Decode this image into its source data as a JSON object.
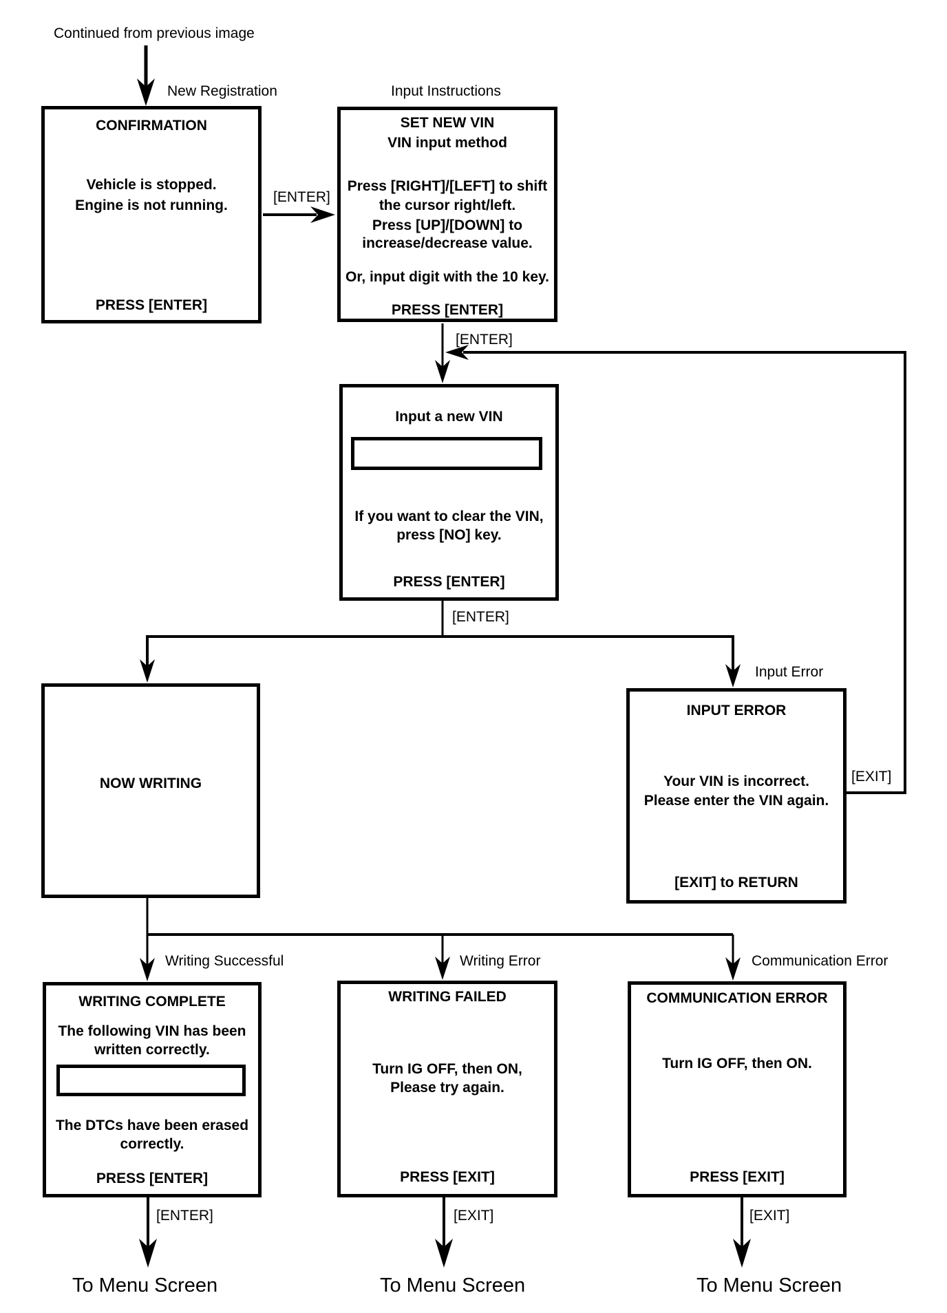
{
  "header": {
    "continued_from": "Continued from previous image"
  },
  "flow": {
    "confirmation": {
      "tag": "New Registration",
      "title": "CONFIRMATION",
      "line1": "Vehicle is stopped.",
      "line2": "Engine is not running.",
      "footer": "PRESS [ENTER]"
    },
    "set_new_vin": {
      "tag": "Input Instructions",
      "title": "SET NEW VIN",
      "subtitle": "VIN input method",
      "line1": "Press [RIGHT]/[LEFT] to shift",
      "line2": "the cursor right/left.",
      "line3": "Press [UP]/[DOWN] to",
      "line4": "increase/decrease value.",
      "line5": "Or, input digit with the 10 key.",
      "footer": "PRESS [ENTER]"
    },
    "input_vin": {
      "title": "Input a new VIN",
      "vin_field_value": "",
      "line1": "If you want to clear the VIN,",
      "line2": "press [NO] key.",
      "footer": "PRESS [ENTER]"
    },
    "now_writing": {
      "title": "NOW WRITING"
    },
    "input_error": {
      "tag": "Input Error",
      "title": "INPUT ERROR",
      "line1": "Your VIN is incorrect.",
      "line2": "Please enter the VIN again.",
      "footer": "[EXIT] to RETURN"
    },
    "writing_complete": {
      "tag": "Writing Successful",
      "title": "WRITING COMPLETE",
      "line1": "The following VIN has been",
      "line2": "written correctly.",
      "vin_field_value": "",
      "line3": "The DTCs have been erased",
      "line4": "correctly.",
      "footer": "PRESS [ENTER]"
    },
    "writing_failed": {
      "tag": "Writing Error",
      "title": "WRITING FAILED",
      "line1": "Turn IG OFF, then ON,",
      "line2": "Please try again.",
      "footer": "PRESS [EXIT]"
    },
    "communication_error": {
      "tag": "Communication Error",
      "title": "COMMUNICATION ERROR",
      "line1": "Turn IG OFF, then ON.",
      "footer": "PRESS [EXIT]"
    }
  },
  "edges": {
    "enter_confirm_to_instructions": "[ENTER]",
    "enter_instructions_to_input": "[ENTER]",
    "enter_input_to_branch": "[ENTER]",
    "exit_error_loop": "[EXIT]",
    "enter_complete_to_menu": "[ENTER]",
    "exit_failed_to_menu": "[EXIT]",
    "exit_comm_to_menu": "[EXIT]"
  },
  "terminals": {
    "menu1": "To Menu Screen",
    "menu2": "To Menu Screen",
    "menu3": "To Menu Screen"
  },
  "colors": {
    "ink": "#000000",
    "paper": "#ffffff"
  }
}
